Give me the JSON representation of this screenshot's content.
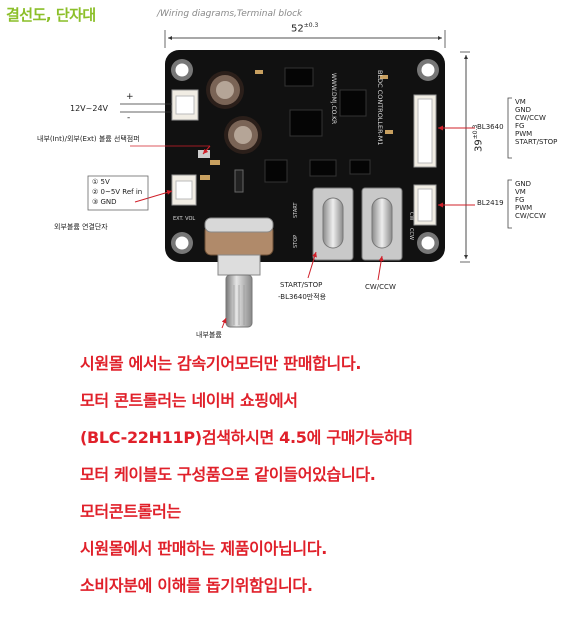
{
  "header": {
    "title": "결선도, 단자대",
    "subtitle": "/Wiring diagrams,Terminal block"
  },
  "diagram": {
    "width_dim": "52",
    "width_tol": "±0.3",
    "height_dim": "39",
    "height_tol": "±0.3",
    "power_label": "12V~24V",
    "plus_sign": "+",
    "minus_sign": "-",
    "volume_select_label": "내부(Int)/외부(Ext) 볼륨 선택점퍼",
    "ext_pins": [
      "① 5V",
      "② 0~5V Ref in",
      "③ GND"
    ],
    "ext_volume_label": "외부볼륨 연결단자",
    "bl3640_label": "BL3640",
    "bl3640_pins": [
      "VM",
      "GND",
      "CW/CCW",
      "FG",
      "PWM",
      "START/STOP"
    ],
    "bl2419_label": "BL2419",
    "bl2419_pins": [
      "GND",
      "VM",
      "FG",
      "PWM",
      "CW/CCW"
    ],
    "start_stop_label": "START/STOP",
    "start_stop_note": "-BL3640만적용",
    "cw_ccw_label": "CW/CCW",
    "int_volume_label": "내부볼륨",
    "board_text_url": "WWW.DMJ.CO.KR",
    "board_text_model": "BLDC CONTROLLER-M1",
    "board_ext_vol": "EXT. VOL",
    "board_start": "START",
    "board_stop": "STOP",
    "board_cw": "CW",
    "board_ccw": "CCW"
  },
  "notice": {
    "lines": [
      "시원몰 에서는 감속기어모터만 판매합니다.",
      "모터 콘트롤러는 네이버 쇼핑에서",
      "(BLC-22H11P)검색하시면 4.5에 구매가능하며",
      "모터 케이블도 구성품으로 같이들어있습니다.",
      "모터콘트롤러는",
      "시원몰에서 판매하는 제품이아닙니다.",
      "소비자분에 이해를 돕기위함입니다."
    ]
  }
}
